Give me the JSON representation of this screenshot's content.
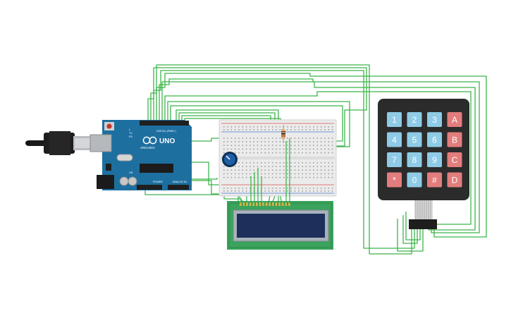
{
  "arduino": {
    "model": "UNO",
    "brand": "ARDUINO",
    "digital_label": "DIGITAL (PWM~)",
    "power_label": "POWER",
    "analog_label": "ANALOG IN",
    "tx_label": "TX",
    "rx_label": "RX",
    "l_label": "L",
    "on_label": "ON",
    "colors": {
      "board": "#1d6fa0",
      "header": "#222222"
    }
  },
  "keypad": {
    "keys": [
      [
        "1",
        "2",
        "3",
        "A"
      ],
      [
        "4",
        "5",
        "6",
        "B"
      ],
      [
        "7",
        "8",
        "9",
        "C"
      ],
      [
        "*",
        "0",
        "#",
        "D"
      ]
    ],
    "colors": {
      "body": "#2b2b2b",
      "number_key": "#8fcbe6",
      "letter_key": "#e37d7d",
      "key_text": "#ffffff"
    }
  },
  "lcd": {
    "size": "16x2",
    "colors": {
      "pcb": "#3aa35c",
      "screen": "#1d2f5a"
    }
  },
  "breadboard": {
    "colors": {
      "body": "#e9e9e9",
      "rail_red": "#d9534f",
      "rail_blue": "#4a7bd0"
    }
  },
  "wires": {
    "color": "#3cb54a"
  },
  "potentiometer": {
    "color": "#1d5fa6"
  }
}
